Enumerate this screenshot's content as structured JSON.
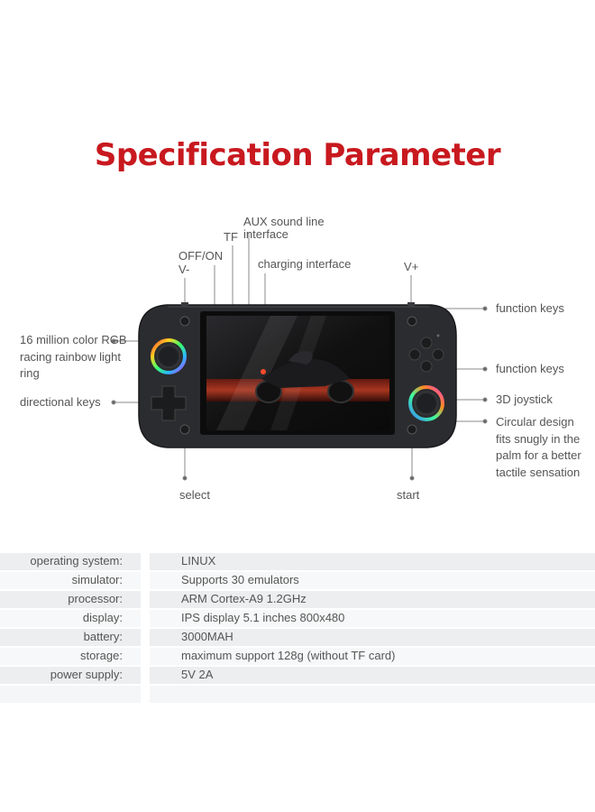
{
  "title": "Specification Parameter",
  "labels": {
    "aux": "AUX sound line interface",
    "tf": "TF",
    "offon": "OFF/ON",
    "vminus": "V-",
    "charging": "charging interface",
    "vplus": "V+",
    "function_keys_top": "function keys",
    "function_keys_mid": "function keys",
    "joystick": "3D joystick",
    "circular": "Circular design fits snugly in the palm for a better tactile sensation",
    "rgb": "16 million color RGB racing rainbow light ring",
    "directional": "directional keys",
    "select": "select",
    "start": "start"
  },
  "specs": [
    {
      "key": "operating system:",
      "value": "LINUX"
    },
    {
      "key": "simulator:",
      "value": "Supports 30 emulators"
    },
    {
      "key": "processor:",
      "value": "ARM Cortex-A9 1.2GHz"
    },
    {
      "key": "display:",
      "value": "IPS display 5.1 inches 800x480"
    },
    {
      "key": "battery:",
      "value": "3000MAH"
    },
    {
      "key": "storage:",
      "value": "maximum support 128g (without TF card)"
    },
    {
      "key": "power supply:",
      "value": "5V 2A"
    }
  ],
  "colors": {
    "title": "#c8191f",
    "console_body": "#2b2c2f",
    "text": "#555555"
  }
}
